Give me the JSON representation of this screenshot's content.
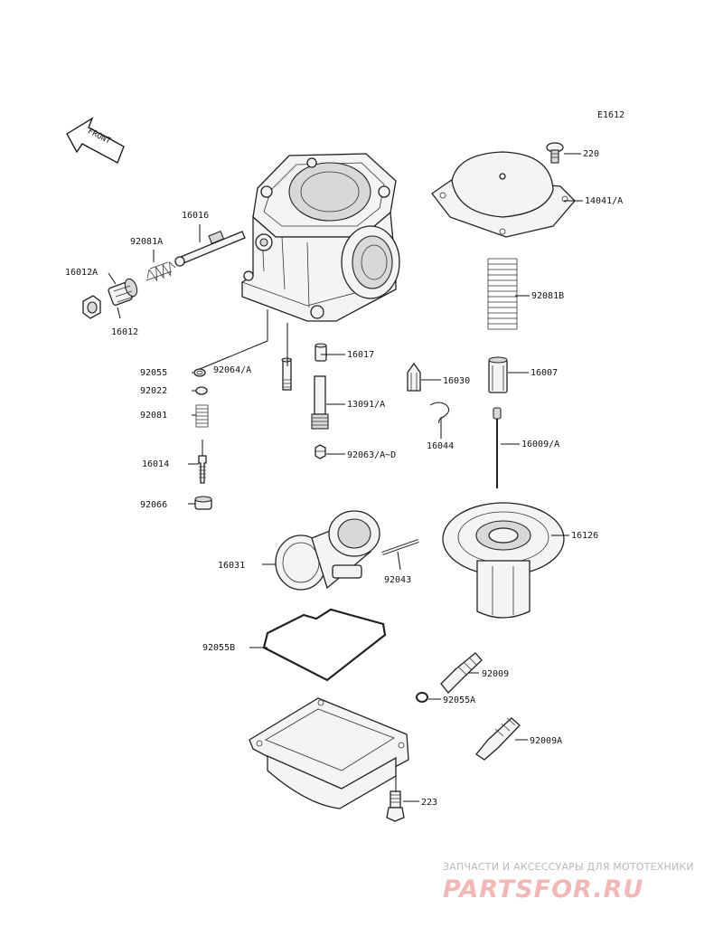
{
  "diagram_code": "E1612",
  "front_label": "FRONT",
  "parts": {
    "p220": "220",
    "p14041A": "14041/A",
    "p16016": "16016",
    "p92081A": "92081A",
    "p16012A": "16012A",
    "p16012": "16012",
    "p92081B": "92081B",
    "p16017": "16017",
    "p92055": "92055",
    "p92064A": "92064/A",
    "p16030": "16030",
    "p16007": "16007",
    "p92022": "92022",
    "p13091A": "13091/A",
    "p92081": "92081",
    "p16044": "16044",
    "p16009A": "16009/A",
    "p92063AD": "92063/A~D",
    "p16014": "16014",
    "p92066": "92066",
    "p16126": "16126",
    "p16031": "16031",
    "p92043": "92043",
    "p92055B": "92055B",
    "p92009": "92009",
    "p92055A": "92055A",
    "p92009A": "92009A",
    "p223": "223"
  },
  "watermark": {
    "tagline": "ЗАПЧАСТИ И АКСЕССУАРЫ ДЛЯ МОТОТЕХНИКИ",
    "logo": "PARTSFOR.RU"
  }
}
